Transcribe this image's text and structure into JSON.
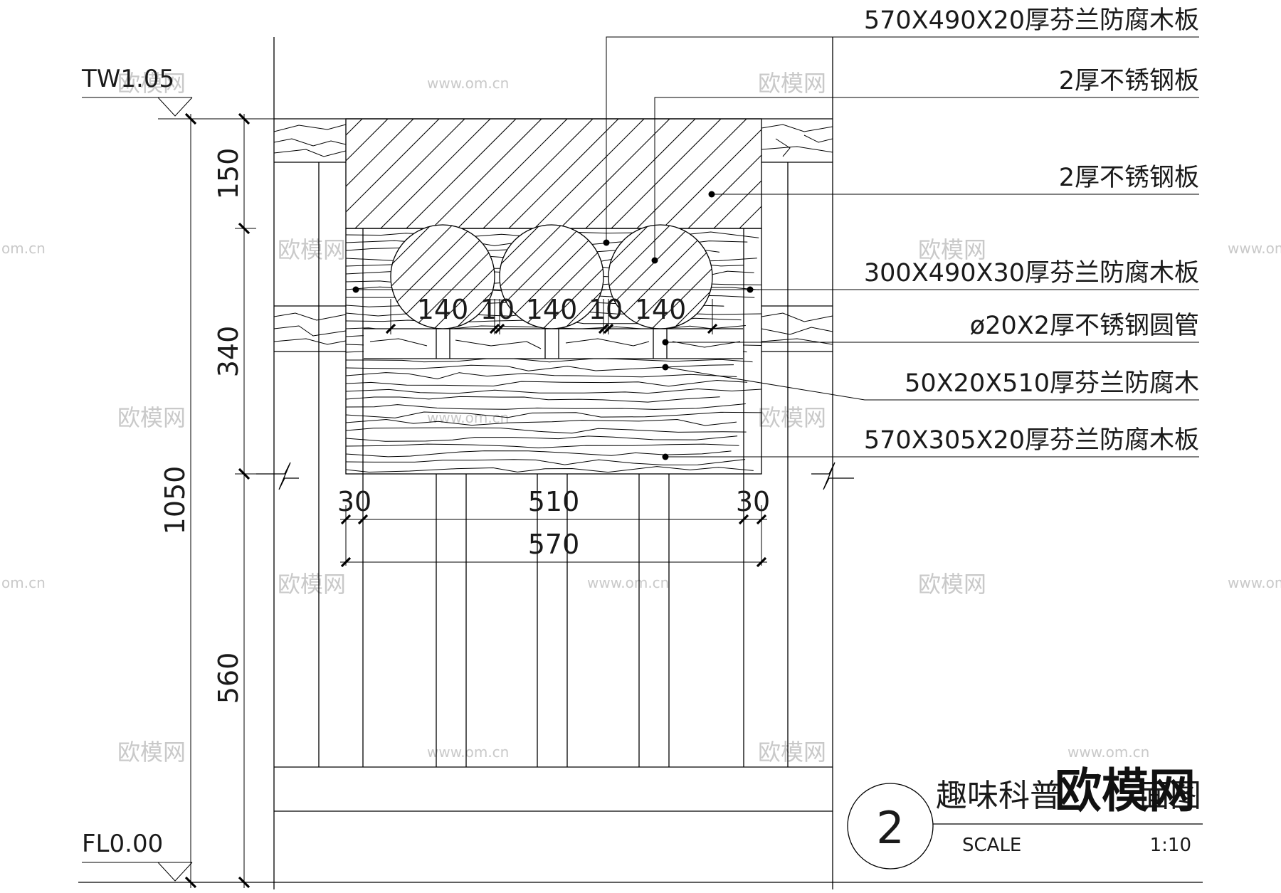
{
  "levels": {
    "top": "TW1.05",
    "bottom": "FL0.00"
  },
  "dimensions": {
    "vertical": {
      "d150": "150",
      "d340": "340",
      "d1050": "1050",
      "d560": "560"
    },
    "horizontal": {
      "d30_left": "30",
      "d510": "510",
      "d30_right": "30",
      "d570": "570",
      "d140_a": "140",
      "d10_a": "10",
      "d140_b": "140",
      "d10_b": "10",
      "d140_c": "140"
    }
  },
  "notes": [
    "570X490X20厚芬兰防腐木板",
    "2厚不锈钢板",
    "2厚不锈钢板",
    "300X490X30厚芬兰防腐木板",
    "ø20X2厚不锈钢圆管",
    "50X20X510厚芬兰防腐木",
    "570X305X20厚芬兰防腐木板"
  ],
  "title_block": {
    "number": "2",
    "title": "趣味科普",
    "title_tail": "面图",
    "scale_label": "SCALE",
    "scale_value": "1:10"
  },
  "watermark": {
    "logo": "欧模网",
    "small": "欧模网",
    "url": "www.om.cn",
    "url_edge": "om.cn"
  }
}
